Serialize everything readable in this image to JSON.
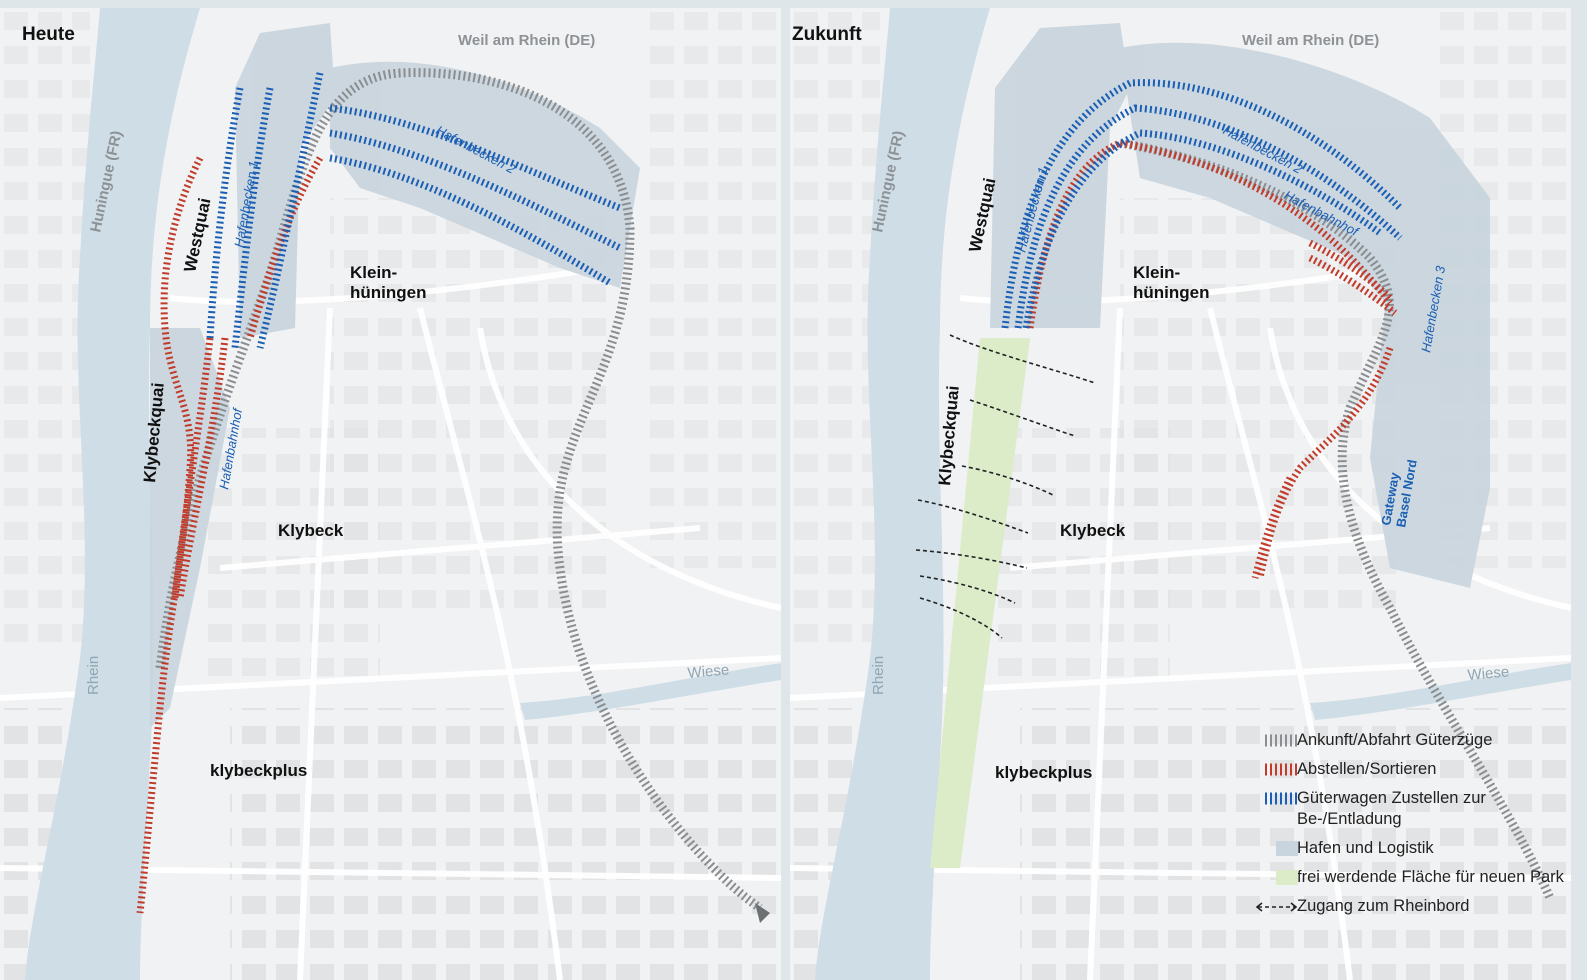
{
  "colors": {
    "arrival": "#8a8e91",
    "sorting": "#c23b2a",
    "delivery": "#1a5fb4",
    "harbour": "#c9d5de",
    "park": "#dcecc9",
    "river": "#cfdde6",
    "background": "#f1f2f3",
    "building": "#dadcde"
  },
  "panels": {
    "left": {
      "title": "Heute",
      "labels": {
        "weil": "Weil am Rhein (DE)",
        "huningue": "Huningue (FR)",
        "westquai": "Westquai",
        "klybeckquai": "Klybeckquai",
        "hafenbecken1": "Hafenbecken 1",
        "hafenbecken2": "Hafenbecken 2",
        "hafenbahnhof": "Hafenbahnhof",
        "kleinhueningen_1": "Klein-",
        "kleinhueningen_2": "hüningen",
        "klybeck": "Klybeck",
        "klybeckplus": "klybeckplus",
        "rhein": "Rhein",
        "wiese": "Wiese"
      }
    },
    "right": {
      "title": "Zukunft",
      "labels": {
        "weil": "Weil am Rhein (DE)",
        "huningue": "Huningue (FR)",
        "westquai": "Westquai",
        "klybeckquai": "Klybeckquai",
        "hafenbecken1": "Hafenbecken 1",
        "hafenbecken2": "Hafenbecken 2",
        "hafenbecken3": "Hafenbecken 3",
        "hafenbahnhof": "Hafenbahnhof",
        "gateway_1": "Gateway",
        "gateway_2": "Basel Nord",
        "kleinhueningen_1": "Klein-",
        "kleinhueningen_2": "hüningen",
        "klybeck": "Klybeck",
        "klybeckplus": "klybeckplus",
        "rhein": "Rhein",
        "wiese": "Wiese"
      }
    }
  },
  "legend": {
    "items": [
      {
        "symbol": "grey-rail-icon",
        "label": "Ankunft/Abfahrt Güterzüge"
      },
      {
        "symbol": "red-rail-icon",
        "label": "Abstellen/Sortieren"
      },
      {
        "symbol": "blue-rail-icon",
        "label": "Güterwagen Zustellen zur Be-/Entladung"
      },
      {
        "symbol": "harbour-area-swatch",
        "label": "Hafen und Logistik"
      },
      {
        "symbol": "park-area-swatch",
        "label": "frei werdende Fläche für neuen Park"
      },
      {
        "symbol": "double-arrow-icon",
        "label": "Zugang zum Rheinbord"
      }
    ]
  }
}
